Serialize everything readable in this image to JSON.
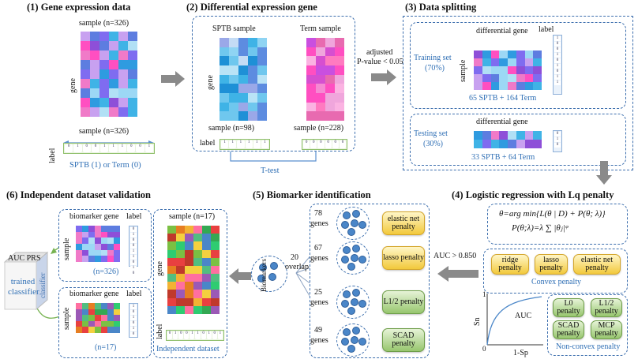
{
  "panels": {
    "p1": {
      "title": "(1)  Gene expression data",
      "sample_top": "sample (n=326)",
      "axis_gene": "gene",
      "sample_bottom": "sample (n=326)",
      "label_word": "label",
      "label_values": [
        "0",
        "1",
        "0",
        "0",
        "1",
        "1",
        "1",
        "0",
        "0",
        "1"
      ],
      "legend": "SPTB (1) or Term (0)"
    },
    "p2": {
      "title": "(2)  Differential expression gene",
      "sptb_title": "SPTB sample",
      "term_title": "Term sample",
      "axis_gene": "gene",
      "sptb_n": "sample (n=98)",
      "term_n": "sample (n=228)",
      "label_word": "label",
      "sptb_labels": [
        "1",
        "1",
        "1",
        "1",
        "1",
        "1"
      ],
      "term_labels": [
        "0",
        "0",
        "0",
        "0",
        "0",
        "0"
      ],
      "test": "T-test",
      "pval_line1": "adjusted",
      "pval_line2": "P-value < 0.05"
    },
    "p3": {
      "title": "(3)  Data splitting",
      "train_gene": "differential gene",
      "train_label": "label",
      "train_set_l1": "Training set",
      "train_set_l2": "(70%)",
      "axis_sample": "sample",
      "train_counts": "65 SPTB  +  164 Term",
      "train_labels": [
        "1",
        "0",
        "0",
        "1",
        "0",
        "1",
        "0",
        "1",
        "1"
      ],
      "test_gene": "differential gene",
      "test_set_l1": "Testing set",
      "test_set_l2": "(30%)",
      "test_counts": "33 SPTB  +  64 Term",
      "test_labels": [
        "0",
        "1",
        "0"
      ]
    },
    "p4": {
      "title": "(4)  Logistic regression with Lq penalty",
      "eq1": "θ=arg min{L(θ | D) + P(θ; λ)}",
      "eq2": "P(θ;λ)=λ ∑ |θⱼ|ᵠ",
      "convex": [
        "ridge penalty",
        "lasso penalty",
        "elastic net penalty"
      ],
      "convex_label": "Convex penalty",
      "nonconvex": [
        "L0 penalty",
        "L1/2 penalty",
        "SCAD penalty",
        "MCP penalty"
      ],
      "nonconvex_label": "Non-convex penalty",
      "auc": "AUC",
      "sn": "Sn",
      "sp": "1-Sp",
      "zero": "0",
      "one": "1"
    },
    "p5": {
      "title": "(5)  Biomarker identification",
      "groups": [
        {
          "n": "78",
          "unit": "genes",
          "penalty": "elastic net penalty"
        },
        {
          "n": "67",
          "unit": "genes",
          "penalty": "lasso penalty"
        },
        {
          "n": "25",
          "unit": "genes",
          "penalty": "L1/2 penalty"
        },
        {
          "n": "49",
          "unit": "genes",
          "penalty": "SCAD penalty"
        }
      ],
      "biomarkers": "Biomarkers",
      "overlap_n": "20",
      "overlap": "overlap",
      "auc_threshold": "AUC > 0.850"
    },
    "p6": {
      "title": "(6)  Independent dataset validation",
      "bio_gene_top": "biomarker gene",
      "label_word": "label",
      "axis_sample": "sample",
      "n_top": "(n=326)",
      "bio_gene_bottom": "biomarker gene",
      "n_bottom": "(n=17)",
      "indep_sample": "sample (n=17)",
      "axis_gene": "gene",
      "indep_label": "label",
      "indep_caption": "Independent dataset",
      "cube_top": "AUC  PRS",
      "cube_face": "trained classifier",
      "cube_side": "classifier",
      "top_labels": [
        "0",
        "1",
        "0",
        "0",
        "1",
        "1",
        "0",
        "1",
        "0"
      ],
      "bottom_labels": [
        "1",
        "0",
        "1",
        "0",
        "1",
        "0"
      ],
      "indep_labels": [
        "0",
        "1",
        "0",
        "0",
        "1",
        "1",
        "0",
        "1",
        "0",
        "1"
      ]
    }
  }
}
